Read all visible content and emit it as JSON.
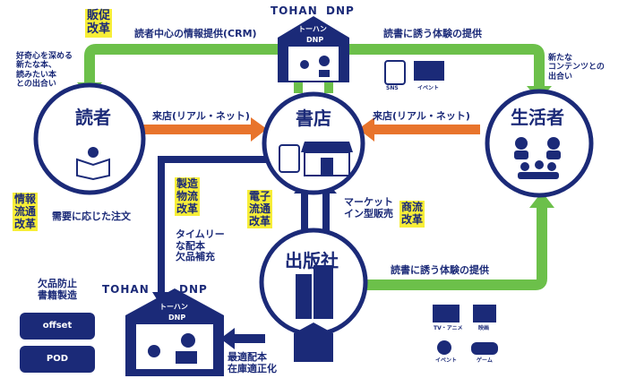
{
  "brands": {
    "tohan": "TOHAN",
    "dnp": "DNP",
    "hub_kana": "トーハン",
    "hub_dnp": "DNP"
  },
  "nodes": {
    "reader": "読者",
    "bookstore": "書店",
    "consumer": "生活者",
    "publisher": "出版社"
  },
  "labels": {
    "promo_reform": "販促\n改革",
    "crm": "読者中心の情報提供(CRM)",
    "experience_top": "読書に誘う体験の提供",
    "curiosity": "好奇心を深める\n新たな本、\n読みたい本\nとの出合い",
    "new_content": "新たな\nコンテンツとの\n出合い",
    "visit_left": "来店(リアル・ネット)",
    "visit_right": "来店(リアル・ネット)",
    "info_distribution": "情報\n流通\n改革",
    "order_on_demand": "需要に応じた注文",
    "mfg_logistics": "製造\n物流\n改革",
    "timely": "タイムリー\nな配本\n欠品補充",
    "e_distribution": "電子\n流通\n改革",
    "market_in": "マーケット\nイン型販売",
    "commercial_reform": "商流\n改革",
    "experience_bottom": "読書に誘う体験の提供",
    "out_of_stock": "欠品防止\n書籍製造",
    "offset": "offset",
    "pod": "POD",
    "optimal": "最適配本\n在庫適正化",
    "sns": "SNS",
    "event": "イベント",
    "tv_anime": "TV・アニメ",
    "movie": "映画",
    "event2": "イベント",
    "game": "ゲーム"
  },
  "colors": {
    "navy": "#1b2a78",
    "green": "#6cc04a",
    "orange": "#e8742c",
    "highlight": "#f7ee37",
    "white": "#ffffff"
  }
}
